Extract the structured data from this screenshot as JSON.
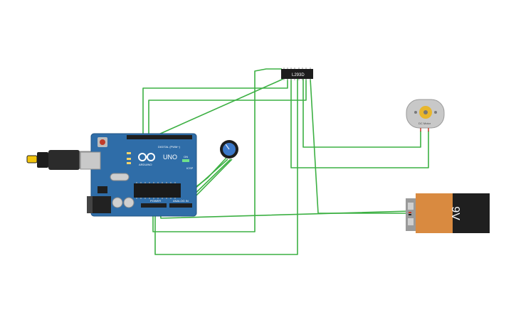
{
  "arduino": {
    "brand": "UNO",
    "logo_text": "ARDUINO",
    "digital_label": "DIGITAL (PWM~)",
    "power_label": "POWER",
    "analog_label": "ANALOG IN",
    "icsp_label": "ICSP",
    "on_label": "ON",
    "board_color": "#2f6da8"
  },
  "driver": {
    "label": "L293D"
  },
  "battery": {
    "label": "9V",
    "body_color": "#d98a40"
  },
  "motor": {
    "label": "DC Motor"
  },
  "potentiometer": {
    "label": ""
  },
  "wire_color": "#3cb043"
}
